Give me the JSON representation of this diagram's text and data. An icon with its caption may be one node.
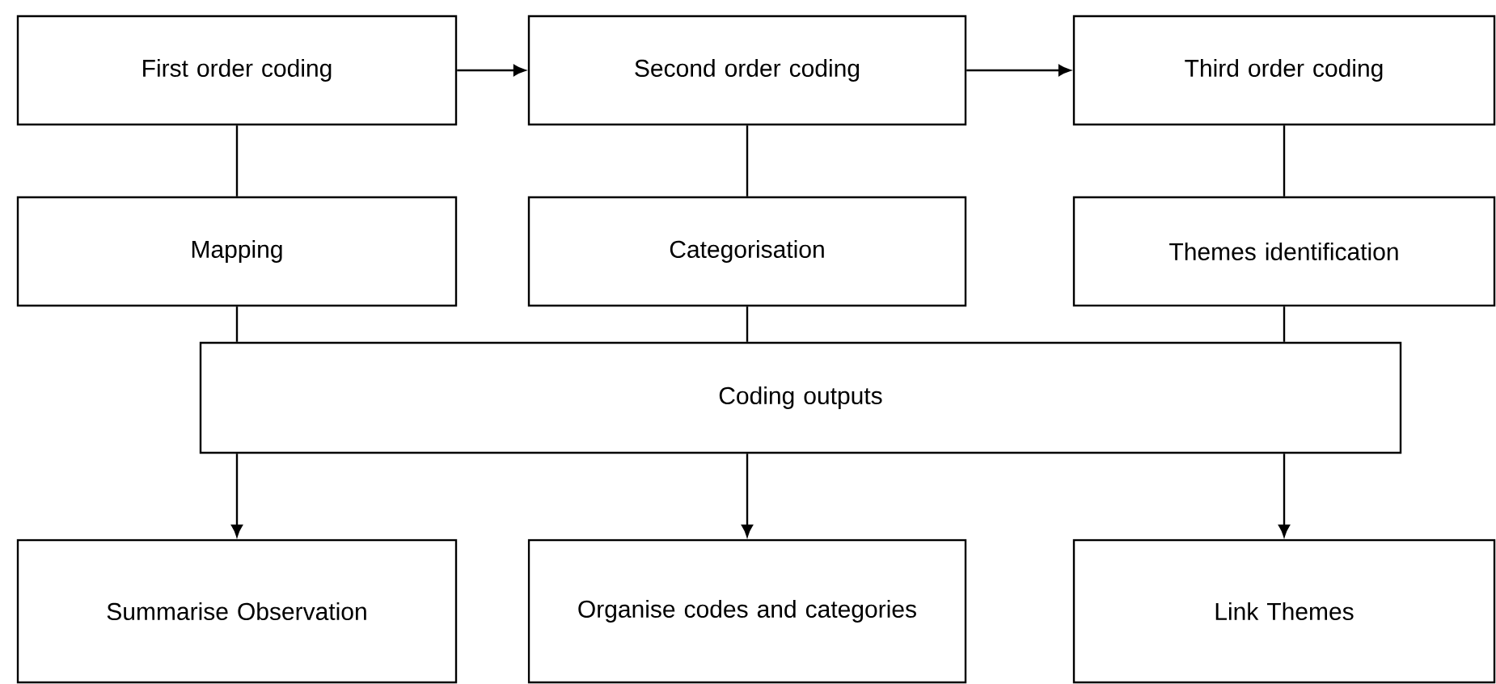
{
  "diagram": {
    "nodes": [
      {
        "text": [
          "First order coding"
        ]
      },
      {
        "text": [
          "Second order coding"
        ]
      },
      {
        "text": [
          "Third order coding"
        ]
      },
      {
        "text": [
          "Mapping"
        ]
      },
      {
        "text": [
          "Categorisation"
        ]
      },
      {
        "text": [
          "Themes identification"
        ]
      },
      {
        "text": [
          "Coding outputs"
        ]
      },
      {
        "text": [
          "Summarise Observation"
        ]
      },
      {
        "text": [
          "Organise codes and categories"
        ]
      },
      {
        "text": [
          "Link Themes"
        ]
      }
    ],
    "edges": [
      {
        "from": 0,
        "to": 1,
        "arrow": "to"
      },
      {
        "from": 1,
        "to": 2,
        "arrow": "to"
      },
      {
        "from": 0,
        "to": 3,
        "arrow": "none"
      },
      {
        "from": 1,
        "to": 4,
        "arrow": "none"
      },
      {
        "from": 2,
        "to": 5,
        "arrow": "none"
      },
      {
        "from": 3,
        "to": 6,
        "arrow": "none"
      },
      {
        "from": 4,
        "to": 6,
        "arrow": "none"
      },
      {
        "from": 5,
        "to": 6,
        "arrow": "none"
      },
      {
        "from": 6,
        "to": 7,
        "arrow": "to"
      },
      {
        "from": 6,
        "to": 8,
        "arrow": "to"
      },
      {
        "from": 6,
        "to": 9,
        "arrow": "to"
      }
    ]
  }
}
